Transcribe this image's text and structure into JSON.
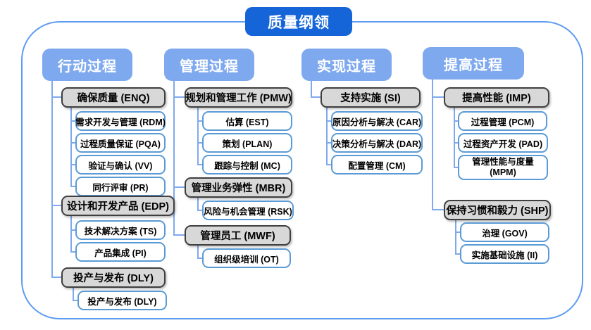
{
  "title": "质量纲领",
  "colors": {
    "title_bg": "#1565D8",
    "header_bg": "#7FA9EE",
    "connector": "#7FA9EE",
    "frame_border": "#5E9CF0",
    "gray_node_bg": "#D8D8D8",
    "gray_node_border": "#3F3F3F",
    "white_node_border": "#5B9BD5"
  },
  "columns": [
    {
      "header": "行动过程",
      "groups": [
        {
          "label": "确保质量 (ENQ)",
          "children": [
            "需求开发与管理 (RDM)",
            "过程质量保证 (PQA)",
            "验证与确认 (VV)",
            "同行评审 (PR)"
          ]
        },
        {
          "label": "设计和开发产品 (EDP)",
          "children": [
            "技术解决方案 (TS)",
            "产品集成 (PI)"
          ]
        },
        {
          "label": "投产与发布 (DLY)",
          "children": [
            "投产与发布 (DLY)"
          ]
        }
      ]
    },
    {
      "header": "管理过程",
      "groups": [
        {
          "label": "规划和管理工作 (PMW)",
          "children": [
            "估算 (EST)",
            "策划 (PLAN)",
            "跟踪与控制 (MC)"
          ]
        },
        {
          "label": "管理业务弹性 (MBR)",
          "children": [
            "风险与机会管理 (RSK)"
          ]
        },
        {
          "label": "管理员工 (MWF)",
          "children": [
            "组织级培训 (OT)"
          ]
        }
      ]
    },
    {
      "header": "实现过程",
      "groups": [
        {
          "label": "支持实施 (SI)",
          "children": [
            "原因分析与解决 (CAR)",
            "决策分析与解决 (DAR)",
            "配置管理 (CM)"
          ]
        }
      ]
    },
    {
      "header": "提高过程",
      "groups": [
        {
          "label": "提高性能 (IMP)",
          "children": [
            "过程管理 (PCM)",
            "过程资产开发 (PAD)",
            "管理性能与度量 (MPM)"
          ]
        },
        {
          "label": "保持习惯和毅力 (SHP)",
          "children": [
            "治理 (GOV)",
            "实施基础设施 (II)"
          ]
        }
      ]
    }
  ]
}
